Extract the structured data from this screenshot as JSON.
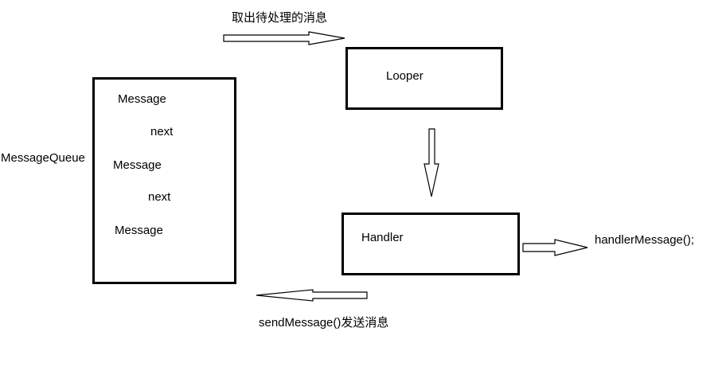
{
  "top_arrow_label": "取出待处理的消息",
  "looper": {
    "label": "Looper"
  },
  "message_queue": {
    "label": "MessageQueue",
    "messages": [
      "Message",
      "Message",
      "Message"
    ],
    "links": [
      "next",
      "next"
    ]
  },
  "handler": {
    "label": "Handler",
    "method_label": "handlerMessage();"
  },
  "bottom_arrow_label": "sendMessage()发送消息",
  "colors": {
    "stroke": "#000000",
    "background": "#ffffff"
  }
}
